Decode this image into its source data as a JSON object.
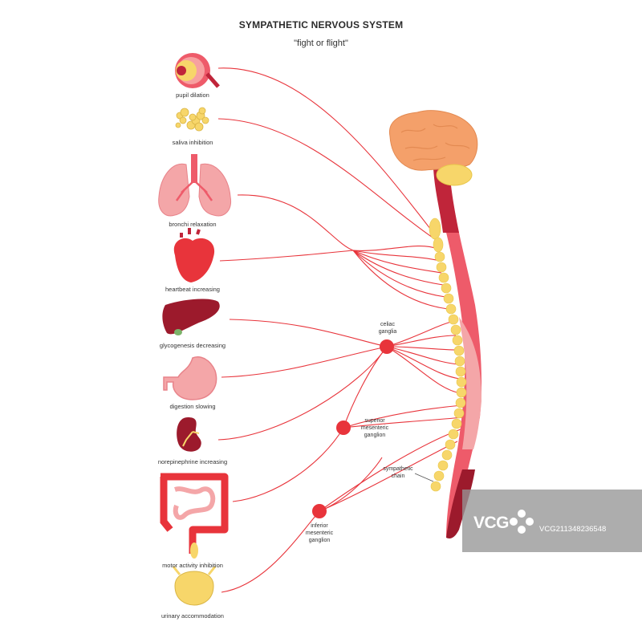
{
  "title": "SYMPATHETIC NERVOUS SYSTEM",
  "subtitle": "\"fight or flight\"",
  "organs": [
    {
      "label": "pupil dilation",
      "icon": "eye-icon"
    },
    {
      "label": "saliva inhibition",
      "icon": "salivary-gland-icon"
    },
    {
      "label": "bronchi relaxation",
      "icon": "lungs-icon"
    },
    {
      "label": "heartbeat increasing",
      "icon": "heart-icon"
    },
    {
      "label": "glycogenesis decreasing",
      "icon": "liver-icon"
    },
    {
      "label": "digestion slowing",
      "icon": "stomach-icon"
    },
    {
      "label": "norepinephrine increasing",
      "icon": "kidney-icon"
    },
    {
      "label": "motor activity inhibition",
      "icon": "intestines-icon"
    },
    {
      "label": "urinary accommodation",
      "icon": "bladder-icon"
    }
  ],
  "ganglia": {
    "celiac": "celiac ganglia",
    "superior": "superior mesenteric ganglion",
    "inferior": "inferior mesenteric ganglion",
    "chain": "sympathetic chain"
  },
  "watermark": {
    "brand": "VCG",
    "code": "VCG211348236548"
  },
  "colors": {
    "nerve": "#e8343b",
    "ganglion": "#e8343b",
    "brain": "#f4a06a",
    "cerebellum": "#f7d66a",
    "chain": "#f7d66a",
    "cord_upper": "#c0253a",
    "cord_mid": "#ee5b6a",
    "cord_light": "#f4a6a8",
    "cord_lower": "#9c1a2c"
  }
}
